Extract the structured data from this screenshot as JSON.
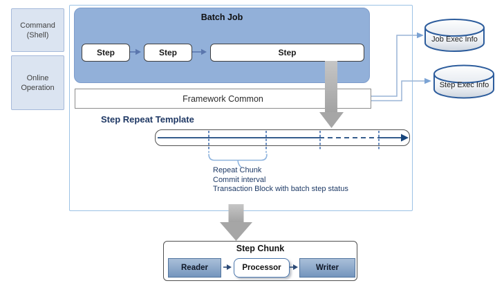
{
  "left_panel": {
    "command_shell": "Command\n(Shell)",
    "online_operation": "Online\nOperation"
  },
  "batch_job": {
    "title": "Batch Job",
    "steps": [
      "Step",
      "Step",
      "Step"
    ]
  },
  "framework_common": {
    "label": "Framework Common"
  },
  "step_repeat": {
    "title": "Step Repeat Template",
    "annotations": [
      "Repeat Chunk",
      "Commit interval",
      "Transaction Block with batch step status"
    ]
  },
  "datastores": [
    {
      "label": "Job Exec Info"
    },
    {
      "label": "Step Exec Info"
    }
  ],
  "step_chunk": {
    "title": "Step Chunk",
    "components": [
      "Reader",
      "Processor",
      "Writer"
    ]
  },
  "colors": {
    "batch_job_fill": "#92b0d9",
    "side_box_fill": "#dbe4f1",
    "container_border": "#9cc2e5",
    "navy_text": "#1f3864",
    "timeline_line": "#17457c",
    "dashed_divider": "#2d5fa6",
    "brace_blue": "#8fb4de",
    "gray_arrow": "#a6a6a6",
    "cylinder_border": "#2c5c9c",
    "connector_line": "#99b4d6",
    "step_flow_arrow": "#5a76ad",
    "component_fill_top": "#a9bfd9",
    "component_fill_bottom": "#7495bd"
  }
}
